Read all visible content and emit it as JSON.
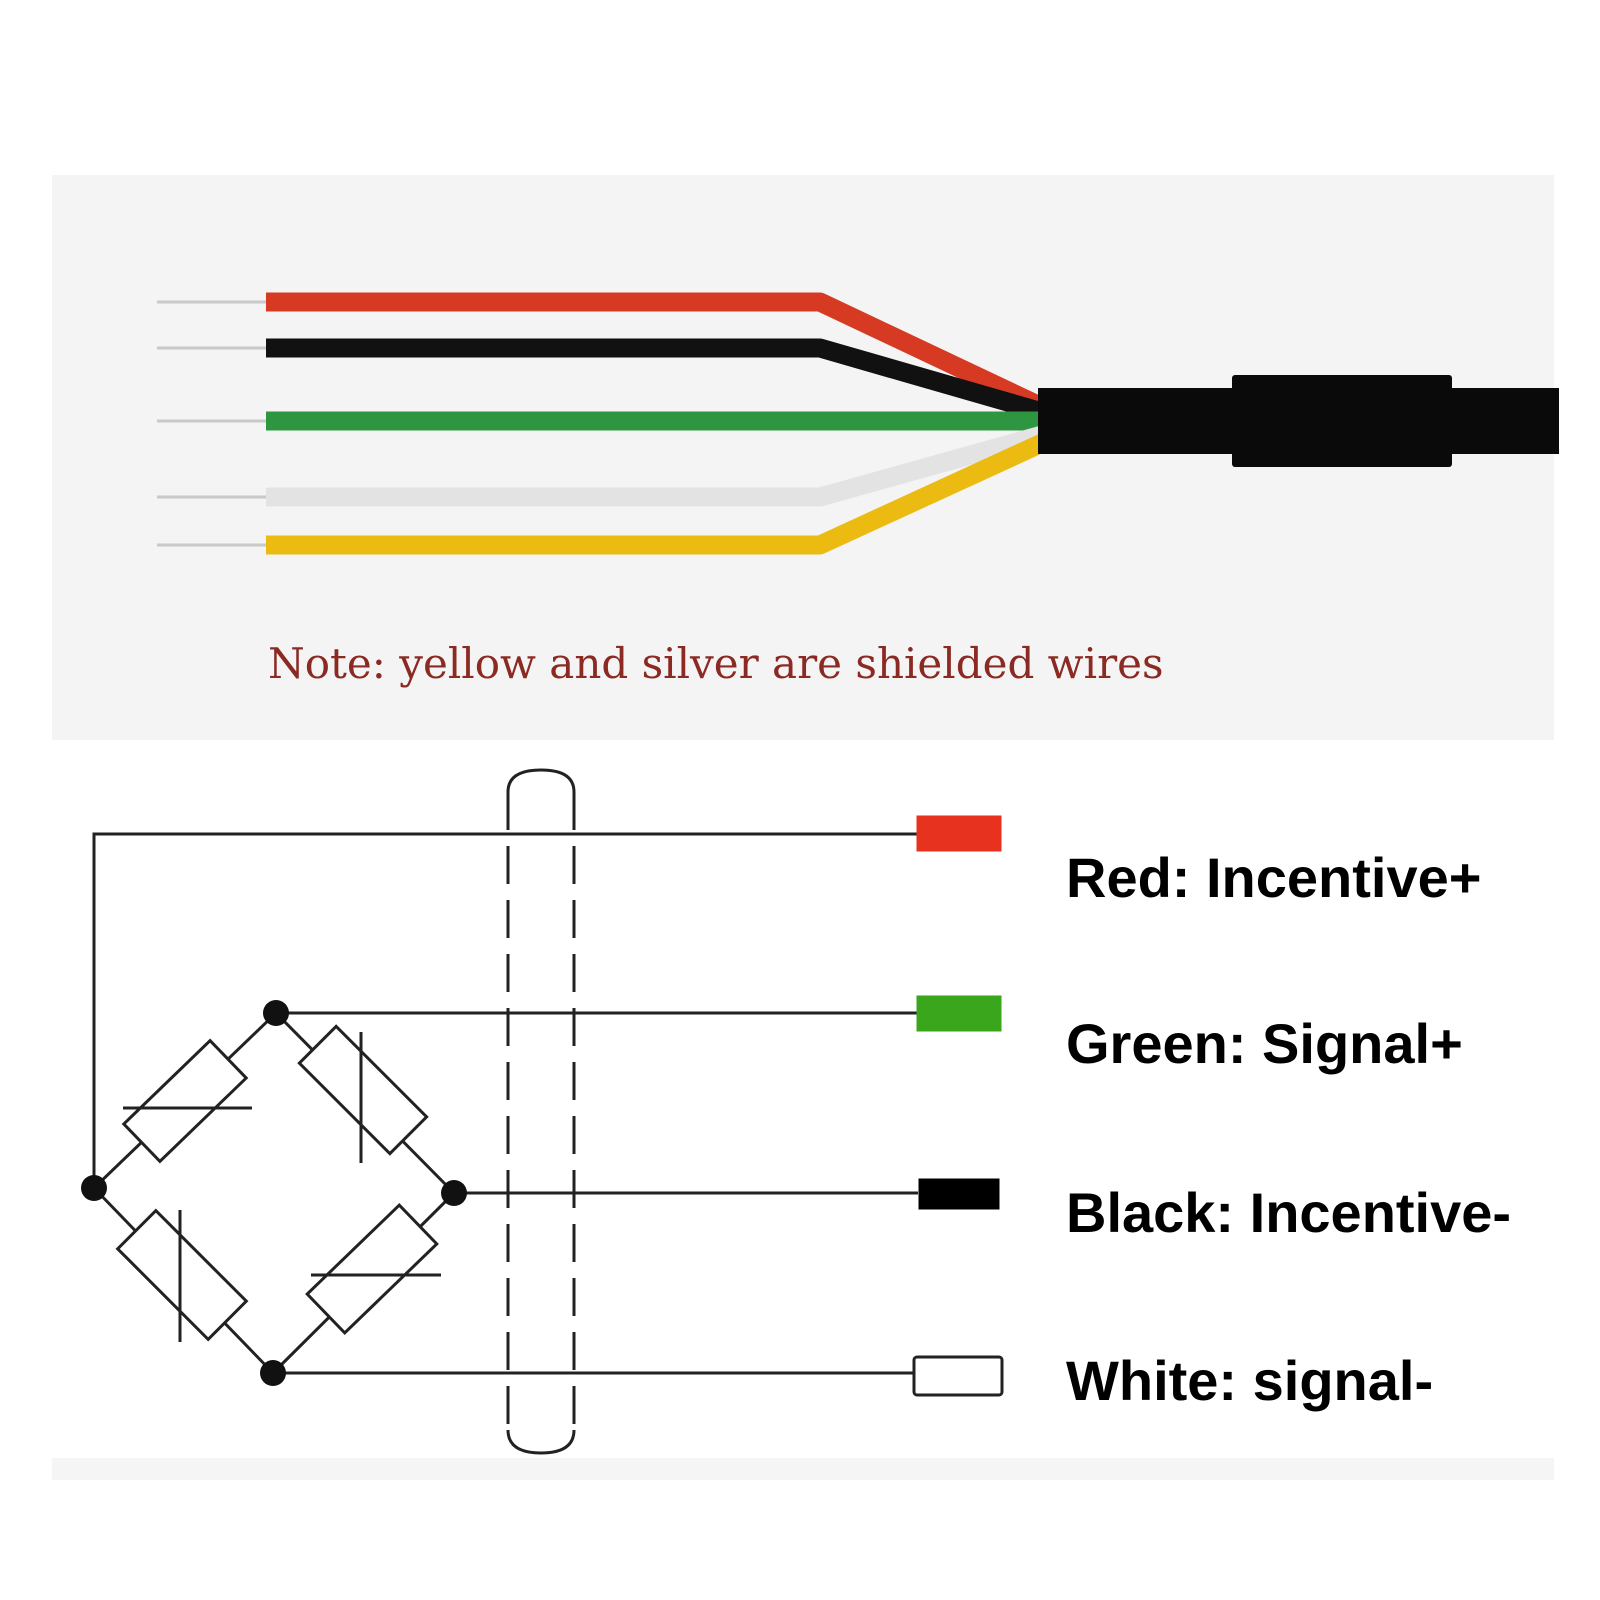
{
  "cable": {
    "wires": [
      {
        "name": "red",
        "color": "#d63a22"
      },
      {
        "name": "black",
        "color": "#111111"
      },
      {
        "name": "green",
        "color": "#2e9640"
      },
      {
        "name": "silver",
        "color": "#e3e3e3"
      },
      {
        "name": "yellow",
        "color": "#ebbb12"
      }
    ],
    "jacket_color": "#0a0a0a",
    "note": "Note: yellow and silver are shielded wires"
  },
  "legend": [
    {
      "label": "Red: Incentive+",
      "color": "#e6321e",
      "filled": true
    },
    {
      "label": "Green: Signal+",
      "color": "#3aa61c",
      "filled": true
    },
    {
      "label": "Black: Incentive-",
      "color": "#000000",
      "filled": true
    },
    {
      "label": "White: signal-",
      "color": "#ffffff",
      "filled": false
    }
  ],
  "colors": {
    "top_panel_bg": "#f4f4f4",
    "bottom_panel_bg": "#ffffff",
    "note_text": "#8b2a22",
    "circuit_line": "#222222"
  },
  "icons": [
    "strain-gauge-icon",
    "shield-icon",
    "junction-node-icon"
  ]
}
